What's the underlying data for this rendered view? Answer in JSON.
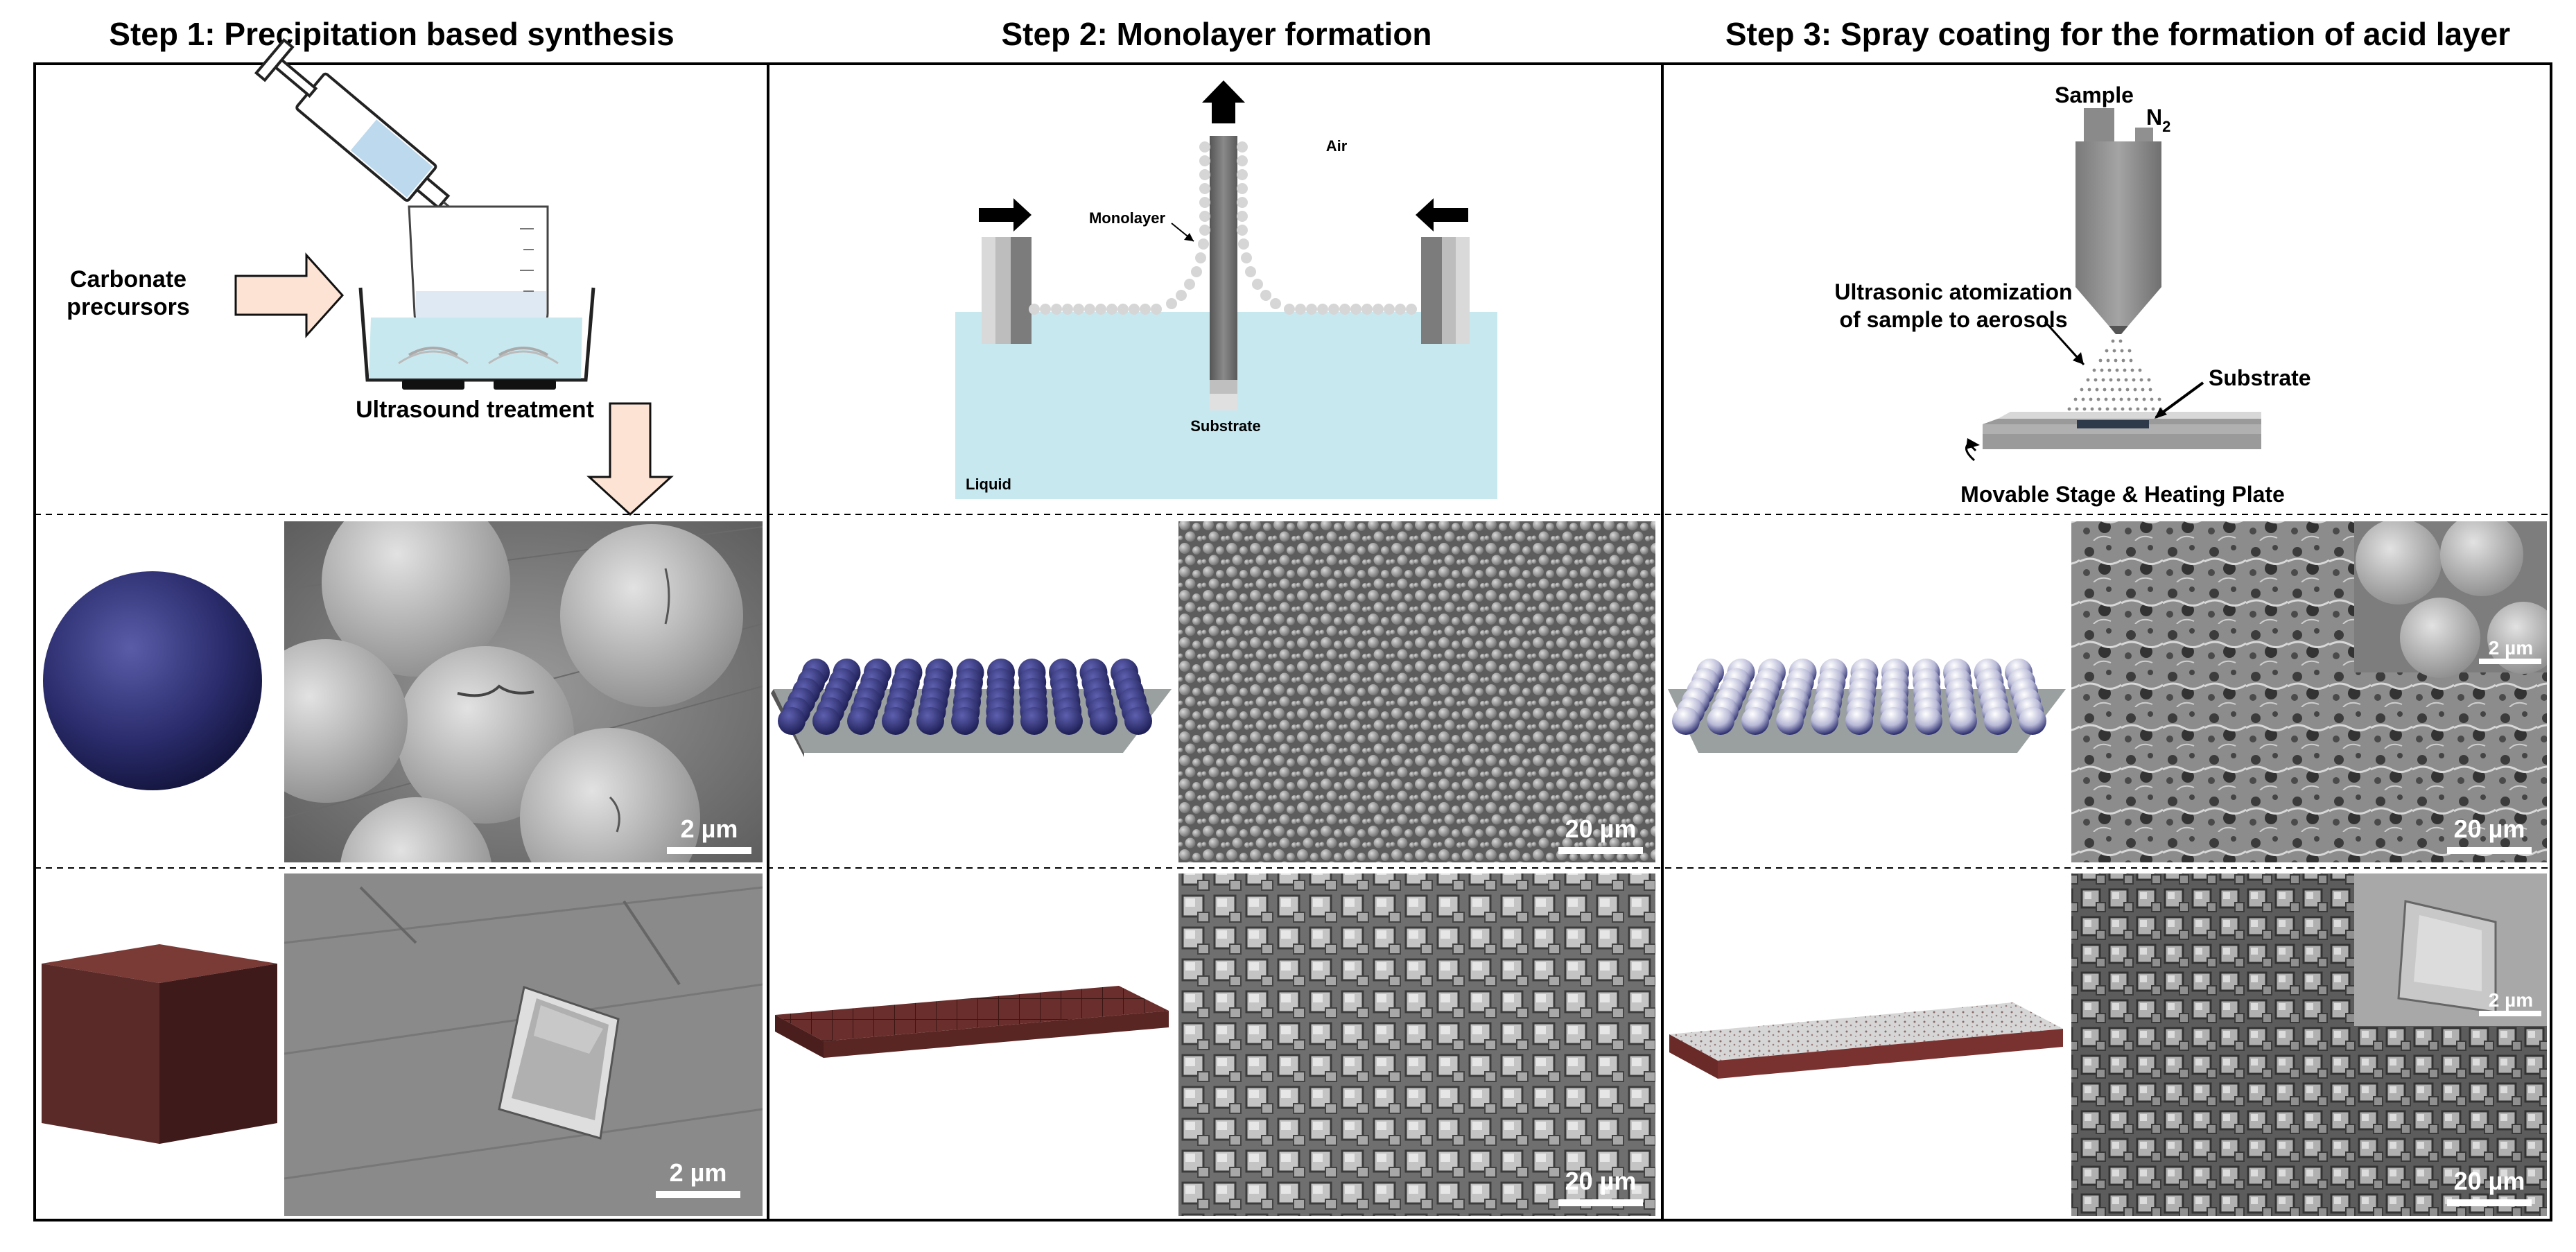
{
  "steps": [
    {
      "title": "Step 1: Precipitation based synthesis"
    },
    {
      "title": "Step 2: Monolayer formation"
    },
    {
      "title": "Step 3: Spray coating for the formation of acid layer"
    }
  ],
  "step1": {
    "precursor_label_line1": "Carbonate",
    "precursor_label_line2": "precursors",
    "ultrasound_label": "Ultrasound treatment"
  },
  "step2": {
    "air_label": "Air",
    "monolayer_label": "Monolayer",
    "substrate_label": "Substrate",
    "liquid_label": "Liquid"
  },
  "step3": {
    "sample_label": "Sample",
    "gas_label_main": "N",
    "gas_label_sub": "2",
    "atomization_line1": "Ultrasonic atomization",
    "atomization_line2": "of sample to aerosols",
    "substrate_label": "Substrate",
    "stage_label": "Movable Stage & Heating Plate"
  },
  "scale_bars": {
    "sphere_single": "2 µm",
    "sphere_monolayer": "20 µm",
    "sphere_coated": "20 µm",
    "sphere_coated_inset": "2 µm",
    "cube_single": "2 µm",
    "cube_monolayer": "20 µm",
    "cube_coated": "20 µm",
    "cube_coated_inset": "2 µm"
  },
  "colors": {
    "sphere": "#2b2d6e",
    "cube": "#5a2a28",
    "liquid": "#c8e8f0",
    "arrow_fill": "#fde3d3",
    "arrow_stroke": "#111111"
  }
}
